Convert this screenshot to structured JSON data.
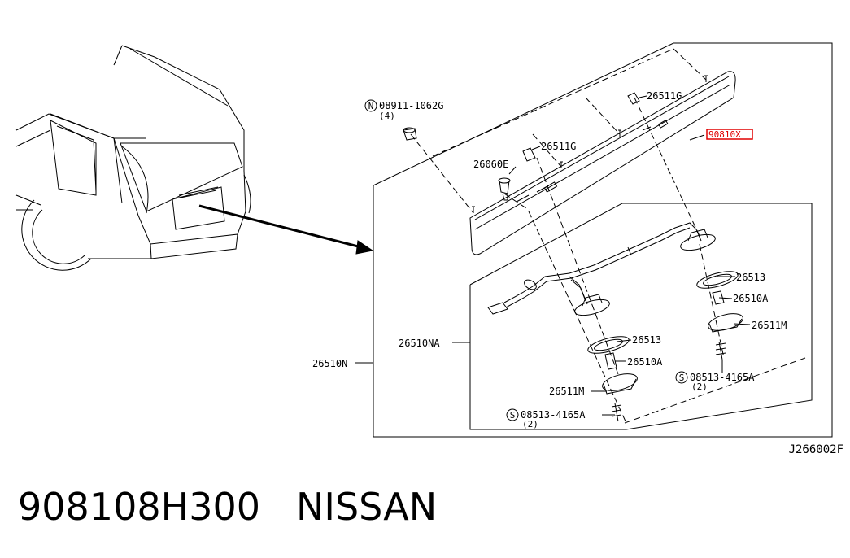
{
  "diagram": {
    "labels": {
      "nut_part": "08911-1062G",
      "nut_qty": "(4)",
      "clip_g_top": "26511G",
      "clip_g_mid": "26511G",
      "grommet": "26060E",
      "finisher_highlight": "90810X",
      "gasket_right": "26513",
      "lens_right": "26510A",
      "housing_right": "26511M",
      "screw_right": "08513-4165A",
      "screw_right_qty": "(2)",
      "lamp_assy_sub": "26510NA",
      "lamp_assy": "26510N",
      "gasket_left": "26513",
      "lens_left": "26510A",
      "housing_left": "26511M",
      "screw_left": "08513-4165A",
      "screw_left_qty": "(2)"
    },
    "symbols": {
      "nut": "N",
      "screw_right": "S",
      "screw_left": "S"
    },
    "ref_code": "J266002F",
    "highlight_color": "#e00000"
  },
  "footer": {
    "part_number": "908108H300",
    "brand": "NISSAN"
  }
}
